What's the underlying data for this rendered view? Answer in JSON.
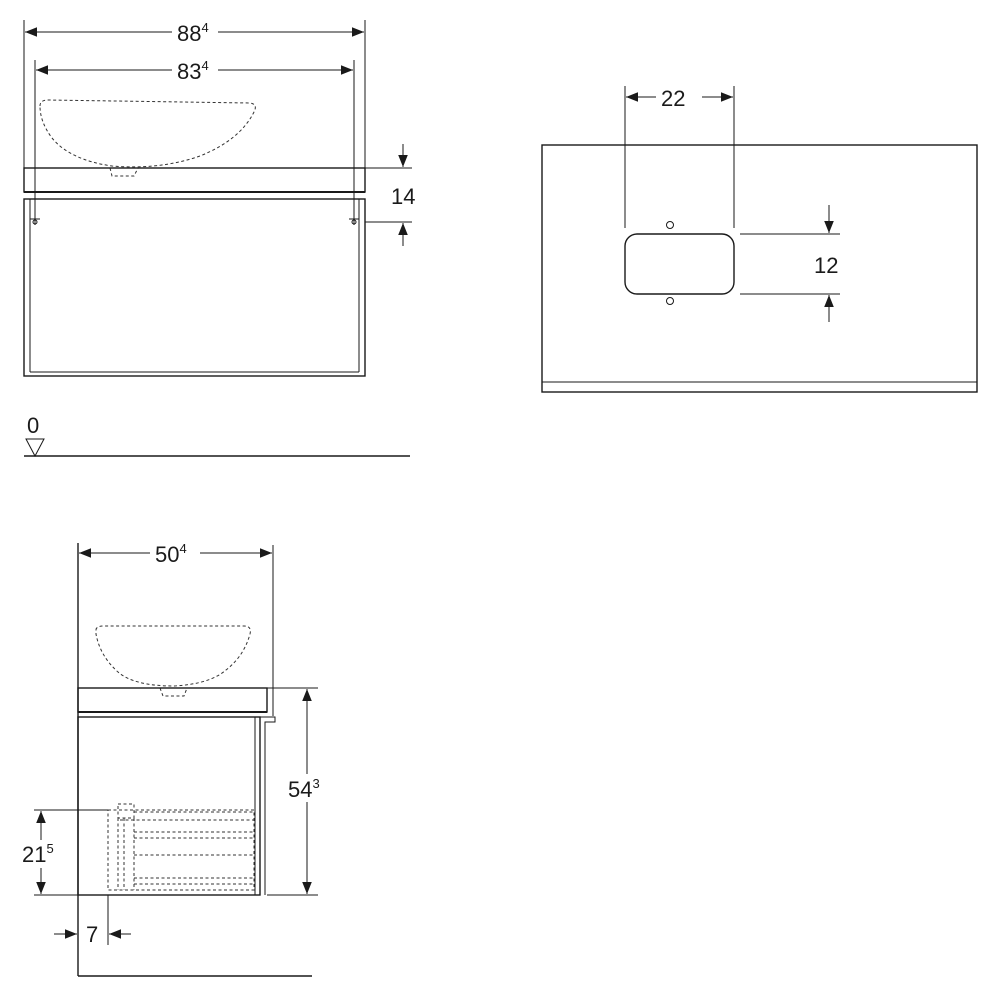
{
  "front_view": {
    "overall_width": {
      "main": "88",
      "sup": "4"
    },
    "inner_width": {
      "main": "83",
      "sup": "4"
    },
    "top_thickness": {
      "main": "14",
      "sup": ""
    }
  },
  "floor_level": {
    "label": "0"
  },
  "top_view": {
    "cutout_width": {
      "main": "22",
      "sup": ""
    },
    "cutout_depth": {
      "main": "12",
      "sup": ""
    }
  },
  "side_view": {
    "depth": {
      "main": "50",
      "sup": "4"
    },
    "height": {
      "main": "54",
      "sup": "3"
    },
    "drawer_height": {
      "main": "21",
      "sup": "5"
    },
    "wall_gap": {
      "main": "7",
      "sup": ""
    }
  }
}
